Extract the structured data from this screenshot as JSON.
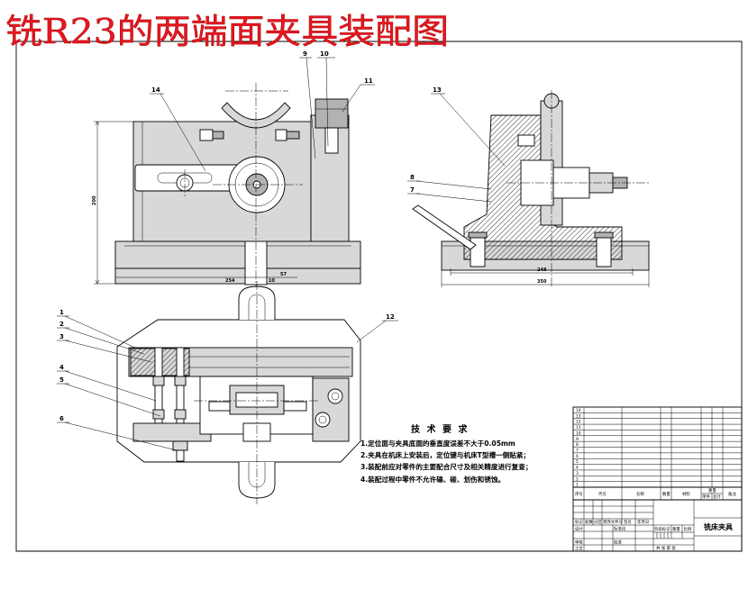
{
  "title": "铣R23的两端面夹具装配图",
  "colors": {
    "title": "#e8161e",
    "line": "#000000",
    "part_fill": "#d8d8d8"
  },
  "front_view": {
    "part_numbers": {
      "p9": "9",
      "p10": "10",
      "p11": "11",
      "p14": "14"
    },
    "dimensions": {
      "height": "200",
      "width": "254",
      "gap": "10",
      "offset": "57"
    }
  },
  "side_view": {
    "part_numbers": {
      "p13": "13",
      "p8": "8",
      "p7": "7"
    },
    "dimensions": {
      "inner": "248",
      "overall": "350"
    }
  },
  "top_view": {
    "part_numbers": {
      "p1": "1",
      "p2": "2",
      "p3": "3",
      "p4": "4",
      "p5": "5",
      "p6": "6",
      "p12": "12"
    }
  },
  "technical_requirements": {
    "heading": "技 术 要 求",
    "items": [
      "1.定位面与夹具底面的垂直度误差不大于0.05mm",
      "2.夹具在机床上安装后，定位键与机床T型槽一侧贴紧；",
      "3.装配前应对零件的主要配合尺寸及相关精度进行复查；",
      "4.装配过程中零件不允许磕、碰、划伤和锈蚀。"
    ]
  },
  "title_block": {
    "drawing_name": "铣床夹具",
    "bom_header": {
      "no": "序号",
      "code": "代号",
      "name": "名称",
      "qty": "数量",
      "material": "材料",
      "weight": "重量",
      "unit": "单件",
      "total": "总计",
      "remark": "备注"
    },
    "bom_rows": [
      {
        "no": "14"
      },
      {
        "no": "13"
      },
      {
        "no": "12"
      },
      {
        "no": "11"
      },
      {
        "no": "10"
      },
      {
        "no": "9"
      },
      {
        "no": "8"
      },
      {
        "no": "7"
      },
      {
        "no": "6"
      },
      {
        "no": "5"
      },
      {
        "no": "4"
      },
      {
        "no": "3"
      },
      {
        "no": "2"
      },
      {
        "no": "1"
      }
    ],
    "revision_header": [
      "标记",
      "处数",
      "分区",
      "更改文件号",
      "签名",
      "年月日"
    ],
    "signatures": {
      "design": "设计",
      "review": "审核",
      "process": "工艺",
      "standard": "标准化",
      "approve": "批准"
    },
    "stage_mark": "阶段标记",
    "weight_label": "重量",
    "scale_label": "比例",
    "sheet": "共  张  第  张"
  }
}
